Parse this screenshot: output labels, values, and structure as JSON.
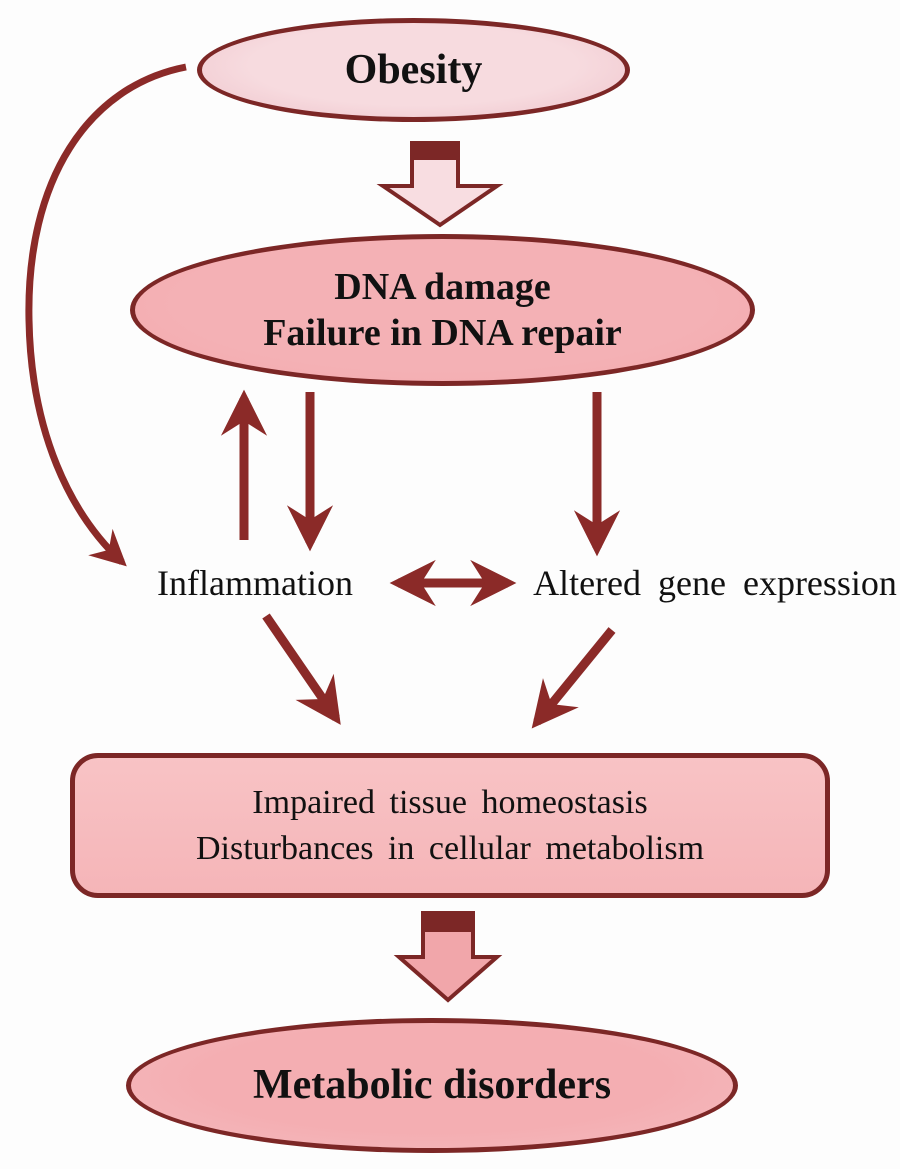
{
  "diagram": {
    "type": "flowchart",
    "nodes": {
      "obesity": {
        "label": "Obesity",
        "shape": "ellipse",
        "fill": "#f7dbdf"
      },
      "dna": {
        "line1": "DNA damage",
        "line2": "Failure in DNA repair",
        "shape": "ellipse",
        "fill": "#f4b1b5"
      },
      "inflammation": {
        "label": "Inflammation",
        "shape": "text"
      },
      "altered": {
        "label": "Altered gene expression",
        "shape": "text"
      },
      "homeostasis": {
        "line1": "Impaired tissue homeostasis",
        "line2": "Disturbances in cellular metabolism",
        "shape": "rounded-rectangle",
        "fill": "#f5b5b8"
      },
      "metabolic": {
        "label": "Metabolic disorders",
        "shape": "ellipse",
        "fill": "#f4aeb2"
      }
    },
    "edges": [
      {
        "from": "obesity",
        "to": "dna",
        "style": "block-arrow-down"
      },
      {
        "from": "obesity",
        "to": "inflammation",
        "style": "curved-arrow-left"
      },
      {
        "from": "inflammation",
        "to": "dna",
        "style": "straight-arrow-up"
      },
      {
        "from": "dna",
        "to": "inflammation",
        "style": "straight-arrow-down"
      },
      {
        "from": "dna",
        "to": "altered",
        "style": "straight-arrow-down"
      },
      {
        "from": "inflammation",
        "to": "altered",
        "style": "double-headed-arrow"
      },
      {
        "from": "inflammation",
        "to": "homeostasis",
        "style": "diagonal-arrow"
      },
      {
        "from": "altered",
        "to": "homeostasis",
        "style": "diagonal-arrow"
      },
      {
        "from": "homeostasis",
        "to": "metabolic",
        "style": "block-arrow-down"
      }
    ],
    "colors": {
      "arrow": "#8b2a28",
      "shape_border": "#7c2726",
      "notch": "#7c2726",
      "block_arrow_top_fill": "#f8dde1",
      "block_arrow_bottom_fill": "#f1a6aa",
      "text": "#111111",
      "background": "#ffffff"
    }
  }
}
